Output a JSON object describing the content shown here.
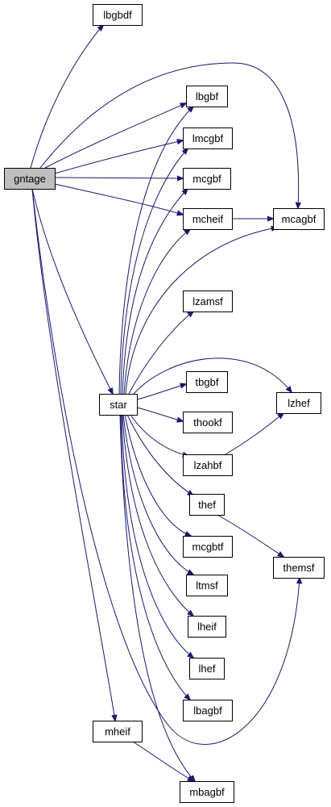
{
  "graph": {
    "colors": {
      "edge": "#191970",
      "node_fill": "#ffffff",
      "root_fill": "#bfbfbf",
      "border": "#000000"
    },
    "nodes": [
      {
        "id": "gntage",
        "label": "gntage",
        "root": true
      },
      {
        "id": "lbgbdf",
        "label": "lbgbdf"
      },
      {
        "id": "lbgbf",
        "label": "lbgbf"
      },
      {
        "id": "lmcgbf",
        "label": "lmcgbf"
      },
      {
        "id": "mcgbf",
        "label": "mcgbf"
      },
      {
        "id": "mcheif",
        "label": "mcheif"
      },
      {
        "id": "mcagbf",
        "label": "mcagbf"
      },
      {
        "id": "lzamsf",
        "label": "lzamsf"
      },
      {
        "id": "star",
        "label": "star"
      },
      {
        "id": "tbgbf",
        "label": "tbgbf"
      },
      {
        "id": "lzhef",
        "label": "lzhef"
      },
      {
        "id": "thookf",
        "label": "thookf"
      },
      {
        "id": "lzahbf",
        "label": "lzahbf"
      },
      {
        "id": "thef",
        "label": "thef"
      },
      {
        "id": "mcgbtf",
        "label": "mcgbtf"
      },
      {
        "id": "themsf",
        "label": "themsf"
      },
      {
        "id": "ltmsf",
        "label": "ltmsf"
      },
      {
        "id": "lheif",
        "label": "lheif"
      },
      {
        "id": "lhef",
        "label": "lhef"
      },
      {
        "id": "lbagbf",
        "label": "lbagbf"
      },
      {
        "id": "mheif",
        "label": "mheif"
      },
      {
        "id": "mbagbf",
        "label": "mbagbf"
      }
    ],
    "edges": [
      [
        "gntage",
        "lbgbdf"
      ],
      [
        "gntage",
        "lbgbf"
      ],
      [
        "gntage",
        "lmcgbf"
      ],
      [
        "gntage",
        "mcgbf"
      ],
      [
        "gntage",
        "mcheif"
      ],
      [
        "gntage",
        "mcagbf"
      ],
      [
        "gntage",
        "star"
      ],
      [
        "gntage",
        "mheif"
      ],
      [
        "gntage",
        "themsf"
      ],
      [
        "mcheif",
        "mcagbf"
      ],
      [
        "star",
        "lbgbf"
      ],
      [
        "star",
        "lmcgbf"
      ],
      [
        "star",
        "mcgbf"
      ],
      [
        "star",
        "mcheif"
      ],
      [
        "star",
        "mcagbf"
      ],
      [
        "star",
        "lzamsf"
      ],
      [
        "star",
        "tbgbf"
      ],
      [
        "star",
        "lzhef"
      ],
      [
        "star",
        "thookf"
      ],
      [
        "star",
        "lzahbf"
      ],
      [
        "star",
        "thef"
      ],
      [
        "star",
        "mcgbtf"
      ],
      [
        "star",
        "ltmsf"
      ],
      [
        "star",
        "lheif"
      ],
      [
        "star",
        "lhef"
      ],
      [
        "star",
        "lbagbf"
      ],
      [
        "star",
        "mbagbf"
      ],
      [
        "lzahbf",
        "lzhef"
      ],
      [
        "thef",
        "themsf"
      ],
      [
        "mheif",
        "mbagbf"
      ]
    ]
  }
}
